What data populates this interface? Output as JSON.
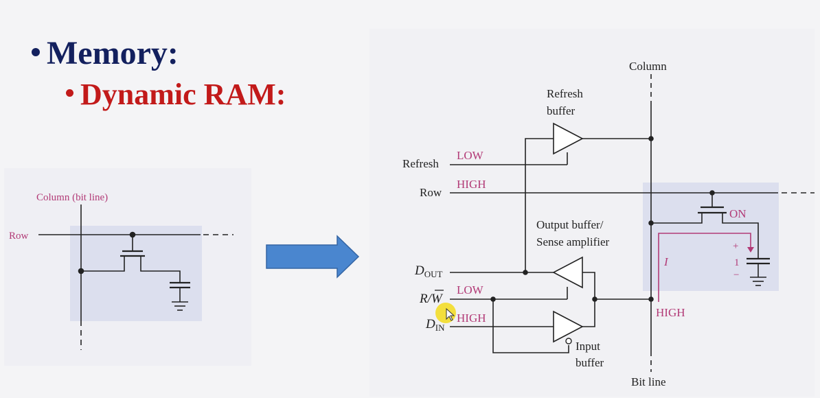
{
  "slide": {
    "heading": "Memory:",
    "subheading": "Dynamic RAM:"
  },
  "left_diagram": {
    "column_label": "Column (bit line)",
    "row_label": "Row"
  },
  "right_diagram": {
    "column_label": "Column",
    "bit_line_label": "Bit line",
    "refresh_buffer_label_1": "Refresh",
    "refresh_buffer_label_2": "buffer",
    "refresh_label": "Refresh",
    "refresh_state": "LOW",
    "row_label": "Row",
    "row_state": "HIGH",
    "output_buffer_label_1": "Output buffer/",
    "output_buffer_label_2": "Sense amplifier",
    "dout_main": "D",
    "dout_sub": "OUT",
    "rw_label": "R/W",
    "rw_state": "LOW",
    "din_main": "D",
    "din_sub": "IN",
    "din_state": "HIGH",
    "input_buffer_label_1": "Input",
    "input_buffer_label_2": "buffer",
    "transistor_state": "ON",
    "current_label": "I",
    "cap_plus": "+",
    "cap_value": "1",
    "cap_minus": "−",
    "bit_line_state": "HIGH"
  },
  "colors": {
    "heading": "#13205e",
    "subheading": "#c21a1a",
    "magenta": "#b23a76",
    "arrow": "#4a86cf",
    "cell_shade": "#dcdfee"
  }
}
